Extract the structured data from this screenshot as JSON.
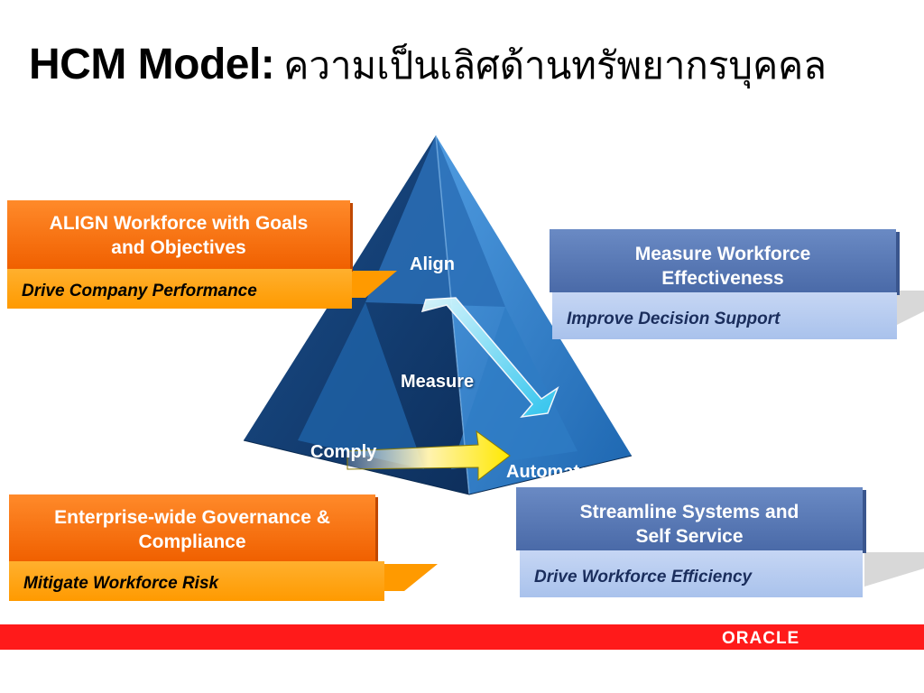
{
  "title": {
    "main": "HCM Model:",
    "thai": "ความเป็นเลิศด้านทรัพยากรบุคคล"
  },
  "pyramid": {
    "align": "Align",
    "measure": "Measure",
    "comply": "Comply",
    "automate": "Automate"
  },
  "boxes": {
    "align": {
      "heading": "ALIGN Workforce with Goals and Objectives",
      "sub": "Drive Company Performance"
    },
    "measure": {
      "heading": "Measure Workforce Effectiveness",
      "sub": "Improve Decision Support"
    },
    "comply": {
      "heading": "Enterprise-wide Governance & Compliance",
      "sub": "Mitigate Workforce Risk"
    },
    "automate": {
      "heading": "Streamline Systems and Self Service",
      "sub": "Drive Workforce Efficiency"
    }
  },
  "footer": {
    "logo": "ORACLE"
  },
  "colors": {
    "orange": "#f06000",
    "blue": "#4a6aa8",
    "red": "#ff1a1a",
    "pyramid": "#1e5fa0"
  }
}
